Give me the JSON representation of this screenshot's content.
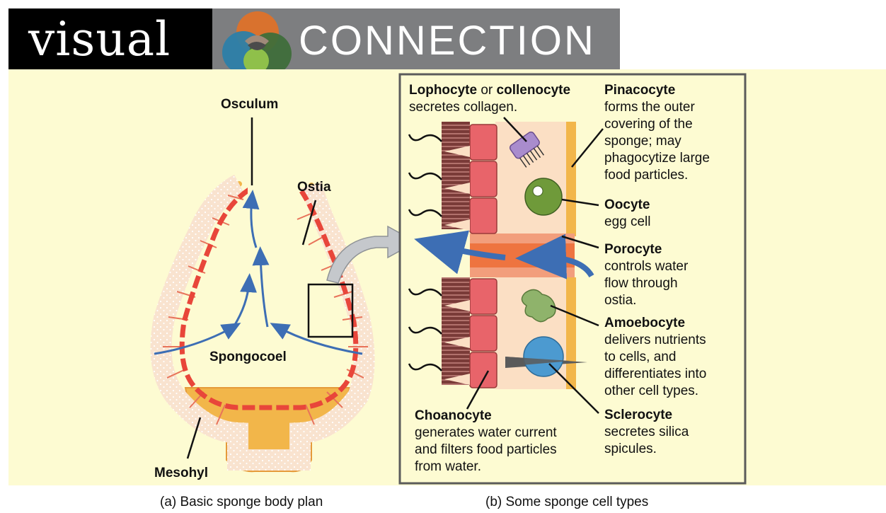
{
  "banner": {
    "word_visual": "visual",
    "word_connection": "CONNECTION",
    "logo_colors": [
      "#d9722e",
      "#2d7fa8",
      "#8fc04a",
      "#3f6e3a"
    ]
  },
  "panel_a": {
    "label_osculum": "Osculum",
    "label_ostia": "Ostia",
    "label_spongocoel": "Spongocoel",
    "label_mesohyl": "Mesohyl",
    "caption": "(a) Basic sponge body plan"
  },
  "panel_b": {
    "lophocyte_title_1": "Lophocyte",
    "lophocyte_or": " or ",
    "lophocyte_title_2": "collenocyte",
    "lophocyte_desc": "secretes collagen.",
    "pinacocyte_title": "Pinacocyte",
    "pinacocyte_desc": [
      "forms the outer",
      "covering of the",
      "sponge; may",
      "phagocytize large",
      "food particles."
    ],
    "oocyte_title": "Oocyte",
    "oocyte_desc": [
      "egg cell"
    ],
    "porocyte_title": "Porocyte",
    "porocyte_desc": [
      "controls water",
      "flow through",
      "ostia."
    ],
    "amoebocyte_title": "Amoebocyte",
    "amoebocyte_desc": [
      "delivers nutrients",
      "to cells, and",
      "differentiates into",
      "other cell types."
    ],
    "sclerocyte_title": "Sclerocyte",
    "sclerocyte_desc": [
      "secretes silica",
      "spicules."
    ],
    "choanocyte_title": "Choanocyte",
    "choanocyte_desc": [
      "generates water current",
      "and filters food particles",
      "from water."
    ],
    "caption": "(b) Some sponge cell types"
  },
  "colors": {
    "panel_bg": "#fdfbd2",
    "flow_arrow": "#3d6eb4",
    "choanocyte": "#e8646a",
    "mesohyl": "#f6d7bd",
    "pinacocyte": "#f2b64a",
    "oocyte": "#6f9a3a",
    "amoebocyte": "#8fb36b",
    "sclerocyte": "#4c9ad0",
    "lophocyte": "#a98ccd"
  }
}
